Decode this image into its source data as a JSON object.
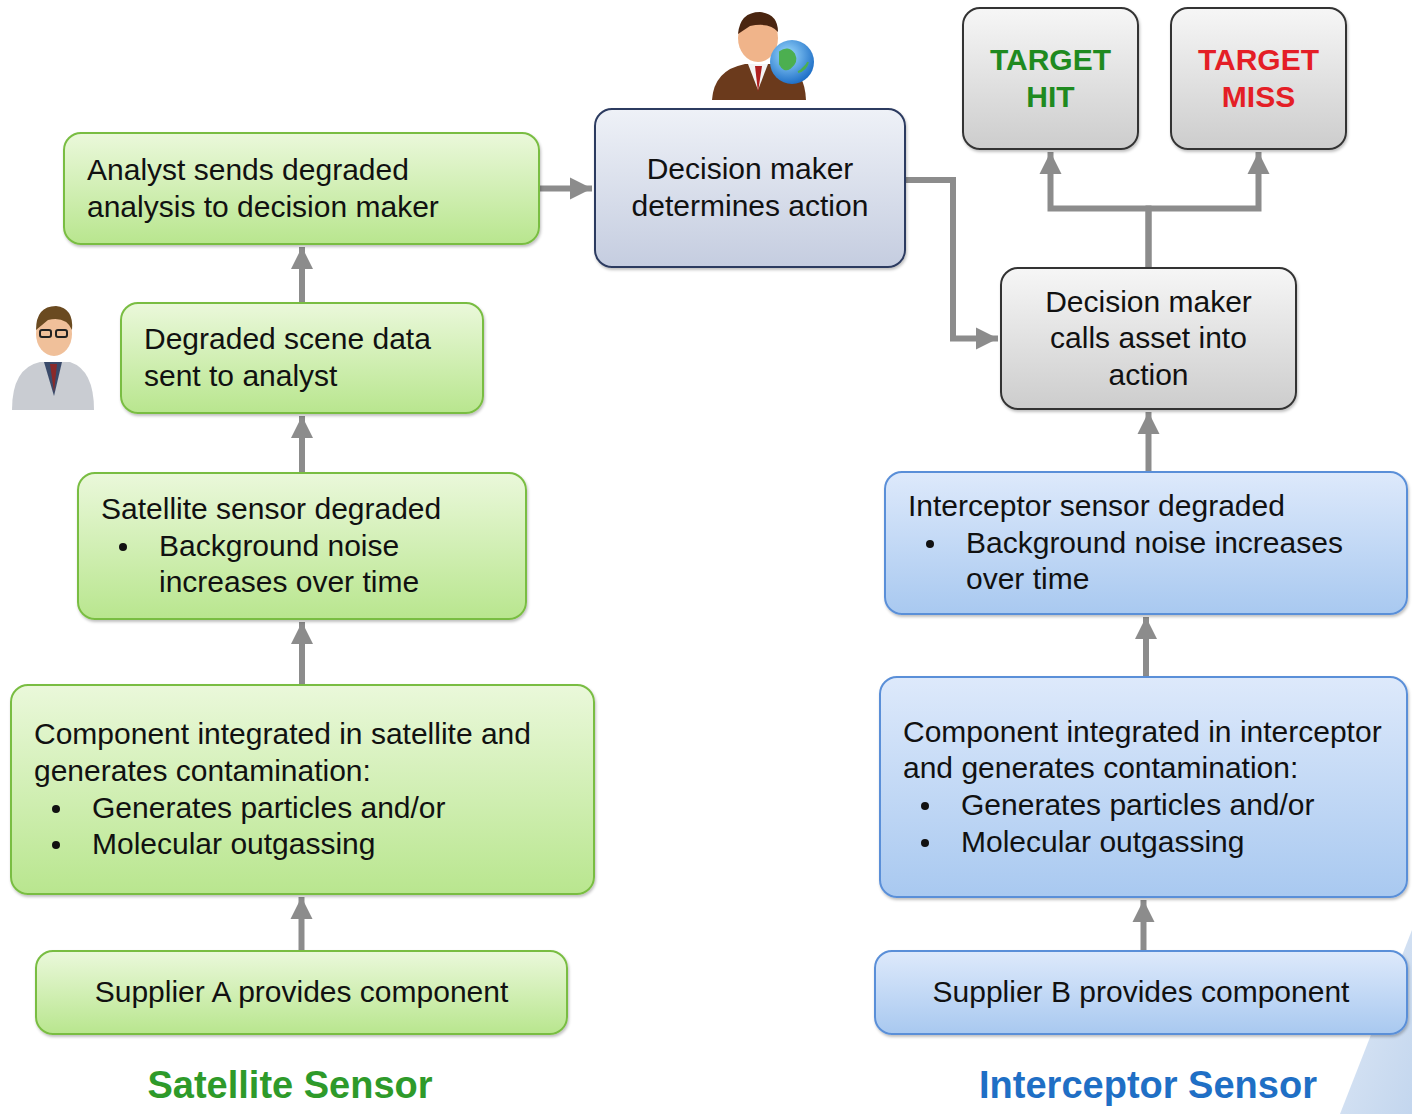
{
  "diagram": {
    "nodes": [
      {
        "text": [
          "Analyst sends degraded analysis to decision maker"
        ]
      },
      {
        "text": [
          "Decision maker determines action"
        ]
      },
      {
        "text": [
          "TARGET HIT"
        ]
      },
      {
        "text": [
          "TARGET MISS"
        ]
      },
      {
        "text": [
          "Degraded scene data sent to analyst"
        ]
      },
      {
        "text": [
          "Decision maker calls asset into action"
        ]
      },
      {
        "text": [
          "Satellite sensor degraded",
          "Background noise increases over time"
        ]
      },
      {
        "text": [
          "Interceptor sensor degraded",
          "Background noise increases over time"
        ]
      },
      {
        "text": [
          "Component integrated in satellite and generates contamination:",
          "Generates particles and/or",
          "Molecular outgassing"
        ]
      },
      {
        "text": [
          "Component integrated in interceptor and generates contamination:",
          "Generates particles and/or",
          "Molecular outgassing"
        ]
      },
      {
        "text": [
          "Supplier A provides component"
        ]
      },
      {
        "text": [
          "Supplier B provides component"
        ]
      }
    ],
    "edges": [
      {
        "from": 10,
        "to": 8,
        "arrow": "to"
      },
      {
        "from": 8,
        "to": 6,
        "arrow": "to"
      },
      {
        "from": 6,
        "to": 4,
        "arrow": "to"
      },
      {
        "from": 4,
        "to": 0,
        "arrow": "to"
      },
      {
        "from": 0,
        "to": 1,
        "arrow": "to"
      },
      {
        "from": 1,
        "to": 5,
        "arrow": "to"
      },
      {
        "from": 11,
        "to": 9,
        "arrow": "to"
      },
      {
        "from": 9,
        "to": 7,
        "arrow": "to"
      },
      {
        "from": 7,
        "to": 5,
        "arrow": "to"
      },
      {
        "from": 5,
        "to": 2,
        "arrow": "to"
      },
      {
        "from": 5,
        "to": 3,
        "arrow": "to"
      }
    ],
    "labels": [
      "Satellite Sensor",
      "Interceptor Sensor"
    ]
  }
}
